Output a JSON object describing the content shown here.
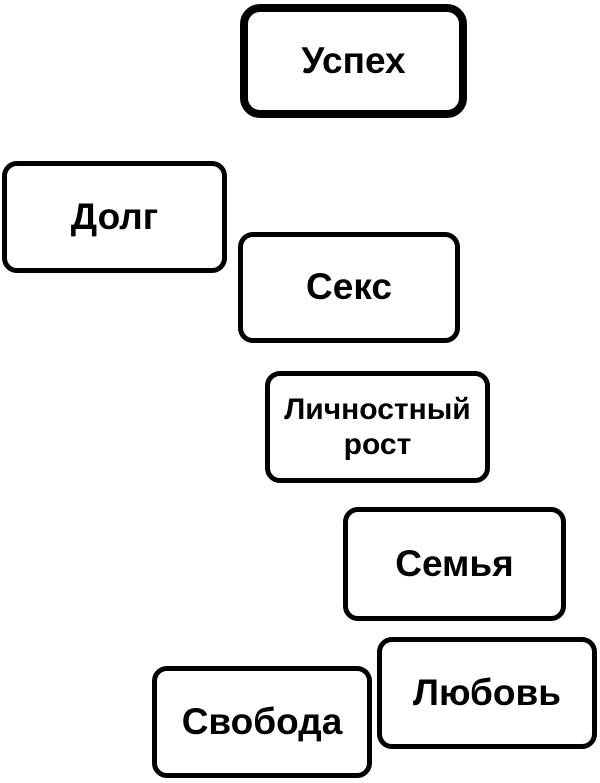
{
  "diagram": {
    "background_color": "#ffffff",
    "box_fill_color": "#ffffff",
    "box_border_color": "#000000",
    "text_color": "#000000",
    "boxes": [
      {
        "id": "success",
        "label": "Успех",
        "emphasis": "thick-border"
      },
      {
        "id": "duty",
        "label": "Долг",
        "emphasis": "normal"
      },
      {
        "id": "sex",
        "label": "Секс",
        "emphasis": "normal"
      },
      {
        "id": "personal-growth",
        "label": "Личностный\nрост",
        "emphasis": "normal"
      },
      {
        "id": "family",
        "label": "Семья",
        "emphasis": "normal"
      },
      {
        "id": "love",
        "label": "Любовь",
        "emphasis": "normal"
      },
      {
        "id": "freedom",
        "label": "Свобода",
        "emphasis": "normal"
      }
    ]
  }
}
